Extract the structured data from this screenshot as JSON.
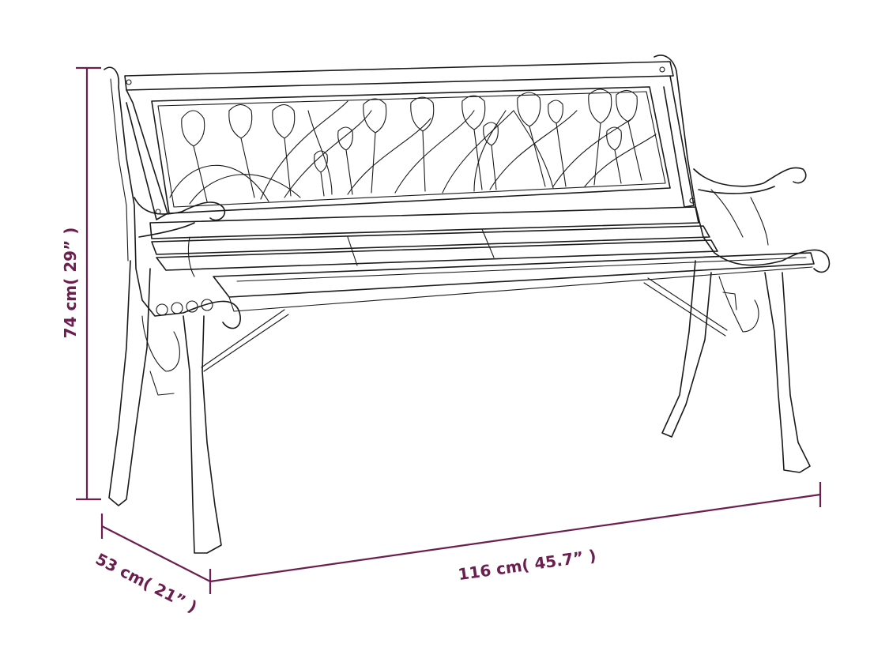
{
  "dimensions": {
    "height": {
      "label": "74 cm( 29” )"
    },
    "depth": {
      "label": "53 cm( 21” )"
    },
    "width": {
      "label": "116 cm( 45.7” )"
    }
  },
  "colors": {
    "dimension": "#6b1f4f",
    "outline": "#1a1a1a",
    "background": "#ffffff"
  },
  "icons": {
    "product": "park-bench-icon"
  }
}
